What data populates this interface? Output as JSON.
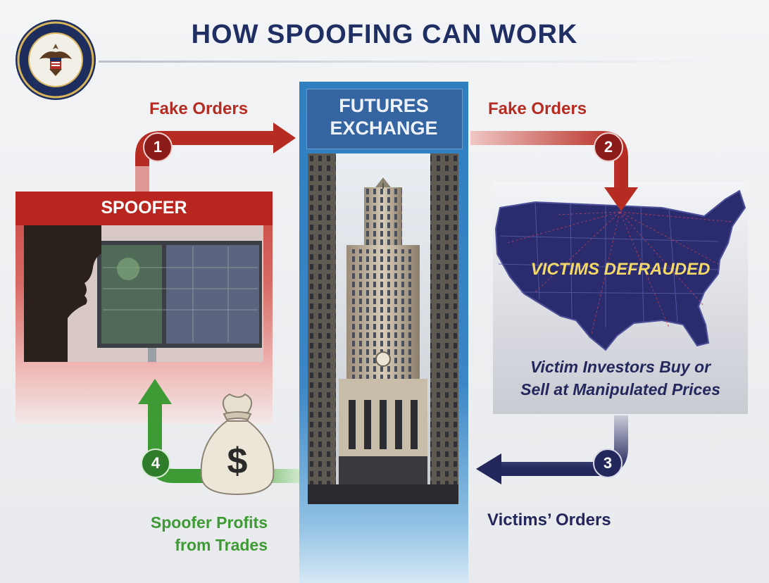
{
  "title": "HOW SPOOFING CAN WORK",
  "exchange": {
    "line1": "FUTURES",
    "line2": "EXCHANGE"
  },
  "spoofer": {
    "label": "SPOOFER"
  },
  "steps": [
    {
      "number": "1",
      "label": "Fake Orders",
      "color": "#b62c23"
    },
    {
      "number": "2",
      "label": "Fake Orders",
      "color": "#b62c23"
    },
    {
      "number": "3",
      "label": "Victims’ Orders",
      "color": "#23275c"
    },
    {
      "number": "4",
      "label_line1": "Spoofer Profits",
      "label_line2": "from Trades",
      "color": "#3e9a34"
    }
  ],
  "victims": {
    "banner": "VICTIMS DEFRAUDED",
    "description_line1": "Victim Investors Buy or",
    "description_line2": "Sell at Manipulated Prices"
  },
  "money_bag": {
    "symbol": "$"
  },
  "colors": {
    "navy": "#1f2f63",
    "red": "#b62c23",
    "green": "#3e9a34",
    "blue": "#3a86c6"
  }
}
